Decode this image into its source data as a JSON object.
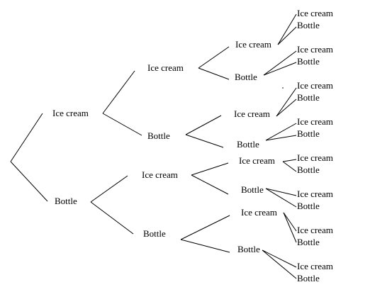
{
  "tree": {
    "level1": [
      "Ice cream",
      "Bottle"
    ],
    "level2": [
      "Ice cream",
      "Bottle",
      "Ice cream",
      "Bottle"
    ],
    "level3": [
      "Ice cream",
      "Bottle",
      "Ice cream",
      "Bottle",
      "Ice cream",
      "Bottle",
      "Ice cream",
      "Bottle"
    ],
    "level4": [
      "Ice cream",
      "Bottle",
      "Ice cream",
      "Bottle",
      "Ice cream",
      "Bottle",
      "Ice cream",
      "Bottle",
      "Ice cream",
      "Bottle",
      "Ice cream",
      "Bottle",
      "Ice cream",
      "Bottle",
      "Ice cream",
      "Bottle"
    ]
  },
  "colors": {
    "line": "#000000",
    "text": "#000000",
    "background": "#ffffff"
  }
}
